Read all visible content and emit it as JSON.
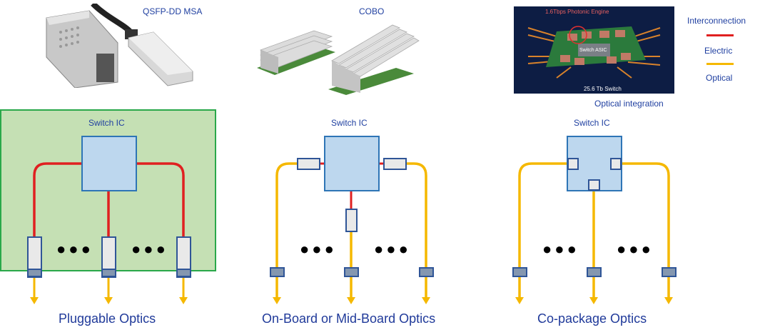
{
  "top": {
    "qsfp_label": "QSFP-DD  MSA",
    "cobo_label": "COBO",
    "chip_labels": {
      "engine": "1.6Tbps Photonic Engine",
      "asic": "Switch ASIC",
      "switch": "25.6 Tb Switch"
    },
    "optical_integration": "Optical integration"
  },
  "legend": {
    "title": "Interconnection",
    "items": [
      {
        "label": "Electric",
        "color": "#e02020"
      },
      {
        "label": "Optical",
        "color": "#f5b800"
      }
    ]
  },
  "panels": [
    {
      "ic_label": "Switch IC",
      "caption": "Pluggable Optics"
    },
    {
      "ic_label": "Switch IC",
      "caption": "On-Board or Mid-Board Optics"
    },
    {
      "ic_label": "Switch IC",
      "caption": "Co-package Optics"
    }
  ],
  "colors": {
    "electric": "#e02020",
    "optical": "#f5b800",
    "board": "#c5e0b4",
    "board_border": "#2aa84a",
    "ic_fill": "#bdd7ee",
    "ic_border": "#2e75b6"
  }
}
